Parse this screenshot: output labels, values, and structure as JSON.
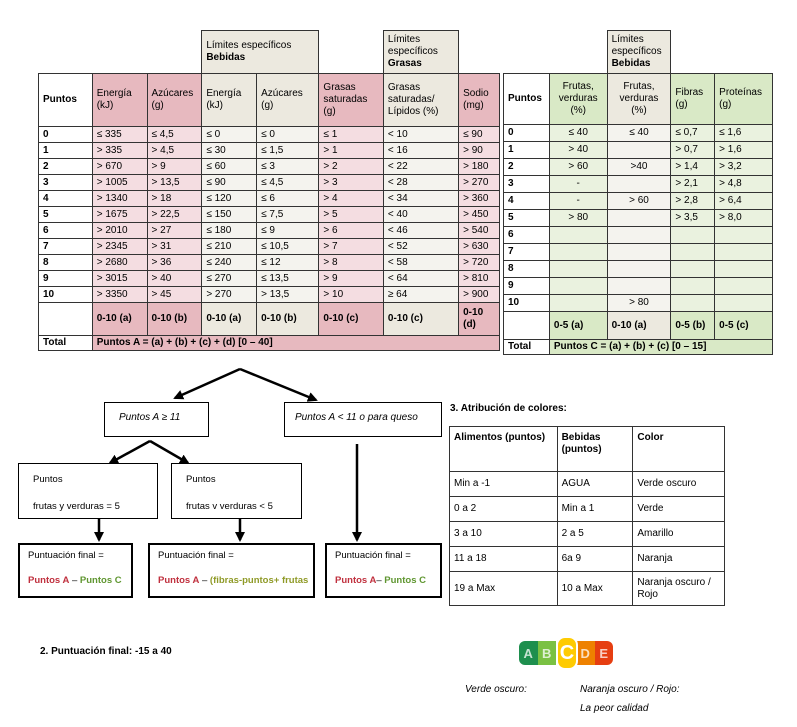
{
  "tableA": {
    "group_bebidas": [
      "Límites específicos",
      "Bebidas"
    ],
    "group_grasas": [
      "Límites",
      "específicos",
      "Grasas"
    ],
    "headers": [
      "Puntos",
      "Energía (kJ)",
      "Azúcares (g)",
      "Energía (kJ)",
      "Azúcares (g)",
      "Grasas saturadas (g)",
      "Grasas saturadas/ Lípidos (%)",
      "Sodio (mg)"
    ],
    "rows": [
      [
        "0",
        "≤ 335",
        "≤ 4,5",
        "≤ 0",
        "≤ 0",
        "≤ 1",
        "< 10",
        "≤ 90"
      ],
      [
        "1",
        "> 335",
        "> 4,5",
        "≤ 30",
        "≤ 1,5",
        "> 1",
        "< 16",
        "> 90"
      ],
      [
        "2",
        "> 670",
        "> 9",
        "≤ 60",
        "≤ 3",
        "> 2",
        "< 22",
        "> 180"
      ],
      [
        "3",
        "> 1005",
        "> 13,5",
        "≤ 90",
        "≤ 4,5",
        "> 3",
        "< 28",
        "> 270"
      ],
      [
        "4",
        "> 1340",
        "> 18",
        "≤ 120",
        "≤ 6",
        "> 4",
        "< 34",
        "> 360"
      ],
      [
        "5",
        "> 1675",
        "> 22,5",
        "≤ 150",
        "≤ 7,5",
        "> 5",
        "< 40",
        "> 450"
      ],
      [
        "6",
        "> 2010",
        "> 27",
        "≤ 180",
        "≤ 9",
        "> 6",
        "< 46",
        "> 540"
      ],
      [
        "7",
        "> 2345",
        "> 31",
        "≤ 210",
        "≤ 10,5",
        "> 7",
        "< 52",
        "> 630"
      ],
      [
        "8",
        "> 2680",
        "> 36",
        "≤ 240",
        "≤ 12",
        "> 8",
        "< 58",
        "> 720"
      ],
      [
        "9",
        "> 3015",
        "> 40",
        "≤ 270",
        "≤ 13,5",
        "> 9",
        "< 64",
        "> 810"
      ],
      [
        "10",
        "> 3350",
        "> 45",
        "> 270",
        "> 13,5",
        "> 10",
        "≥ 64",
        "> 900"
      ]
    ],
    "ranges": [
      "0-10 (a)",
      "0-10 (b)",
      "0-10 (a)",
      "0-10 (b)",
      "0-10 (c)",
      "0-10 (c)",
      "0-10 (d)"
    ],
    "total_label": "Total",
    "total_formula": "Puntos A = (a) + (b) + (c) + (d) [0 – 40]"
  },
  "tableC": {
    "group_bebidas": [
      "Límites",
      "específicos",
      "Bebidas"
    ],
    "headers": [
      "Puntos",
      "Frutas, verduras (%)",
      "Frutas, verduras (%)",
      "Fibras (g)",
      "Proteínas (g)"
    ],
    "rows": [
      [
        "0",
        "≤ 40",
        "≤ 40",
        "≤ 0,7",
        "≤ 1,6"
      ],
      [
        "1",
        "> 40",
        "",
        "> 0,7",
        "> 1,6"
      ],
      [
        "2",
        "> 60",
        ">40",
        "> 1,4",
        "> 3,2"
      ],
      [
        "3",
        "-",
        "",
        "> 2,1",
        "> 4,8"
      ],
      [
        "4",
        "-",
        "> 60",
        "> 2,8",
        "> 6,4"
      ],
      [
        "5",
        "> 80",
        "",
        "> 3,5",
        "> 8,0"
      ],
      [
        "6",
        "",
        "",
        "",
        ""
      ],
      [
        "7",
        "",
        "",
        "",
        ""
      ],
      [
        "8",
        "",
        "",
        "",
        ""
      ],
      [
        "9",
        "",
        "",
        "",
        ""
      ],
      [
        "10",
        "",
        "> 80",
        "",
        ""
      ]
    ],
    "ranges": [
      "0-5 (a)",
      "0-10 (a)",
      "0-5 (b)",
      "0-5 (c)"
    ],
    "total_label": "Total",
    "total_formula": "Puntos C = (a) + (b) + (c) [0 – 15]"
  },
  "flow": {
    "cond_left": "Puntos A ≥ 11",
    "cond_right": "Puntos A < 11 o para queso",
    "box1_line1": "Puntos",
    "box1_line2": "frutas y verduras = 5",
    "box2_line1": "Puntos",
    "box2_line2": "frutas v verduras < 5",
    "final_label": "Puntuación final =",
    "f1_a": "Puntos A",
    "f1_sep": " – ",
    "f1_c": "Puntos C",
    "f2_a": "Puntos A",
    "f2_sep": " – ",
    "f2_rest": "(fibras-puntos+ frutas",
    "f3_a": "Puntos A",
    "f3_sep": "– ",
    "f3_c": "Puntos C"
  },
  "colors_section": {
    "title": "3. Atribución de colores:",
    "headers": [
      "Alimentos (puntos)",
      "Bebidas (puntos)",
      "Color"
    ],
    "rows": [
      [
        "Min a -1",
        "AGUA",
        "Verde oscuro"
      ],
      [
        "0 a 2",
        "Min a 1",
        "Verde"
      ],
      [
        "3 a 10",
        "2 a 5",
        "Amarillo"
      ],
      [
        "11 a 18",
        "6a 9",
        "Naranja"
      ],
      [
        "19 a Max",
        "10 a Max",
        "Naranja oscuro / Rojo"
      ]
    ]
  },
  "final_score": "2. Puntuación final: -15 a 40",
  "nutriscore": {
    "letters": [
      "A",
      "B",
      "C",
      "D",
      "E"
    ],
    "colors": [
      "#1e8f4e",
      "#7ac143",
      "#fecb02",
      "#ee8100",
      "#e63e11"
    ],
    "selected": "C"
  },
  "legend": {
    "dark_green": "Verde oscuro:",
    "dark_orange": "Naranja oscuro / Rojo:",
    "worst": "La peor calidad"
  }
}
